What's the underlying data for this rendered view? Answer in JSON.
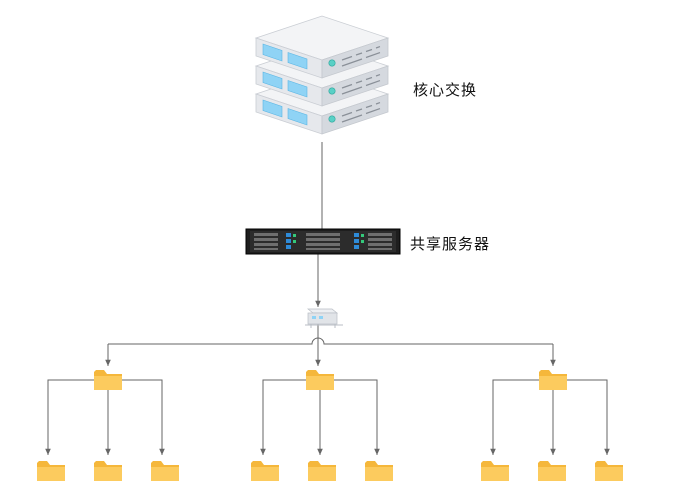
{
  "nodes": {
    "core_switch": {
      "label": "核心交换",
      "icon": "server-stack-icon"
    },
    "shared_server": {
      "label": "共享服务器",
      "icon": "rack-server-icon"
    },
    "network_hub": {
      "icon": "network-switch-icon"
    },
    "folders": {
      "icon": "folder-icon",
      "color": "#FCCB5E",
      "groups": 3,
      "children_per_group": 3
    }
  },
  "colors": {
    "connector": "#666666",
    "folder": "#FCCB5E",
    "folder_back": "#F5B73B",
    "server_face": "#E9EBEE",
    "server_screen": "#8FD3F5"
  }
}
